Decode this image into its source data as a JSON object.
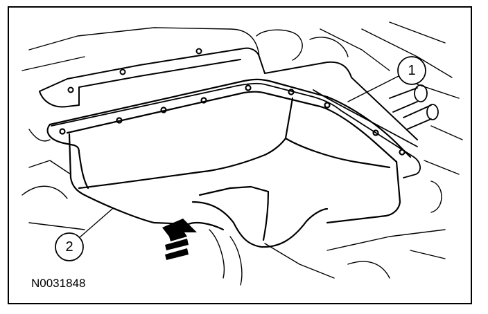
{
  "figure": {
    "id_label": "N0031848",
    "callouts": [
      {
        "number": "1",
        "target": "gasket"
      },
      {
        "number": "2",
        "target": "oil pan"
      }
    ],
    "indicator": "arrow-up-icon"
  },
  "colors": {
    "line": "#000000",
    "background": "#ffffff"
  }
}
